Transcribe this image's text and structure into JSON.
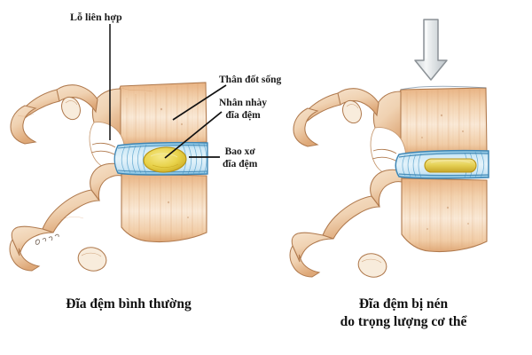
{
  "diagram": {
    "title_alt": "Spinal disc comparison diagram",
    "background_color": "#ffffff",
    "labels": {
      "foramen": "Lỗ liên hợp",
      "vertebral_body": "Thân đốt sống",
      "nucleus_line1": "Nhân nhày",
      "nucleus_line2": "đĩa đệm",
      "annulus_line1": "Bao xơ",
      "annulus_line2": "đĩa đệm"
    },
    "captions": {
      "left": "Đĩa đệm bình thường",
      "right_line1": "Đĩa đệm bị nén",
      "right_line2": "do trọng lượng cơ thể"
    },
    "colors": {
      "bone_light": "#f7e3cb",
      "bone_mid": "#eec49b",
      "bone_dark": "#d99a63",
      "bone_outline": "#b07a4e",
      "disc_blue": "#a8d4ea",
      "disc_blue_dark": "#4a91bd",
      "nucleus_yellow": "#e8d24a",
      "nucleus_yellow_dark": "#c9a81f",
      "arrow_fill": "#e9ecee",
      "arrow_stroke": "#8b9196",
      "leader_line": "#111111",
      "text": "#1a1a1a"
    },
    "icons": {
      "load_arrow": "down-arrow-icon"
    }
  }
}
